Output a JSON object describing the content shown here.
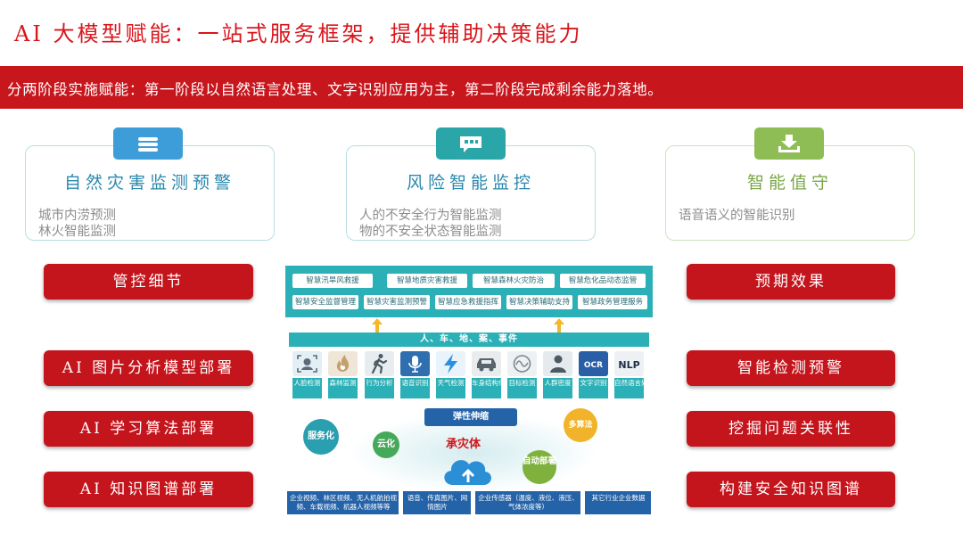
{
  "title": "AI 大模型赋能：一站式服务框架，提供辅助决策能力",
  "banner": "分两阶段实施赋能：第一阶段以自然语言处理、文字识别应用为主，第二阶段完成剩余能力落地。",
  "colors": {
    "red": "#c4141c",
    "teal": "#2ab0b6",
    "blue": "#2563a8",
    "green": "#8dbd54"
  },
  "cards": [
    {
      "title": "自然灾害监测预警",
      "lines": [
        "城市内涝预测",
        "林火智能监测"
      ],
      "icon": "document-list-icon"
    },
    {
      "title": "风险智能监控",
      "lines": [
        "人的不安全行为智能监测",
        "物的不安全状态智能监测"
      ],
      "icon": "chat-bubble-icon"
    },
    {
      "title": "智能值守",
      "lines": [
        "语音语义的智能识别"
      ],
      "icon": "download-tray-icon"
    }
  ],
  "left_buttons": [
    "管控细节",
    "AI 图片分析模型部署",
    "AI 学习算法部署",
    "AI 知识图谱部署"
  ],
  "right_buttons": [
    "预期效果",
    "智能检测预警",
    "挖掘问题关联性",
    "构建安全知识图谱"
  ],
  "diagram": {
    "top_row1": [
      "智慧汛旱风救援",
      "智慧地质灾害救援",
      "智慧森林火灾防治",
      "智慧危化品动态监管"
    ],
    "top_row2": [
      "智慧安全监督管理",
      "智慧灾害监测预警",
      "智慧应急救援指挥",
      "智慧决策辅助支持",
      "智慧政务管理服务"
    ],
    "middle_bar": "人、车、地、案、事件",
    "capabilities": [
      {
        "label": "人脸检测",
        "icon": "face-icon"
      },
      {
        "label": "森林监测",
        "icon": "fire-icon"
      },
      {
        "label": "行为分析",
        "icon": "walking-person-icon"
      },
      {
        "label": "语音识别",
        "icon": "microphone-icon"
      },
      {
        "label": "天气检测",
        "icon": "lightning-icon"
      },
      {
        "label": "车身结构化",
        "icon": "car-icon"
      },
      {
        "label": "目标检测",
        "icon": "target-icon"
      },
      {
        "label": "人群密度",
        "icon": "crowd-icon"
      },
      {
        "label": "文字识别",
        "icon": "ocr-icon"
      },
      {
        "label": "自然语言处理",
        "icon": "nlp-icon"
      }
    ],
    "ocr_text": "OCR",
    "nlp_text": "NLP",
    "elastic": "弹性伸缩",
    "bubbles": [
      "服务化",
      "云化",
      "多算法",
      "自动部署"
    ],
    "bearer": "承灾体",
    "bottom_boxes": [
      "企业视频、林区视频、无人机航拍视频、车载视频、机器人视频等等",
      "语音、传真图片、网情图片",
      "企业传感器（温度、液位、液压、气体浓度等）",
      "其它行业企业数据"
    ]
  }
}
